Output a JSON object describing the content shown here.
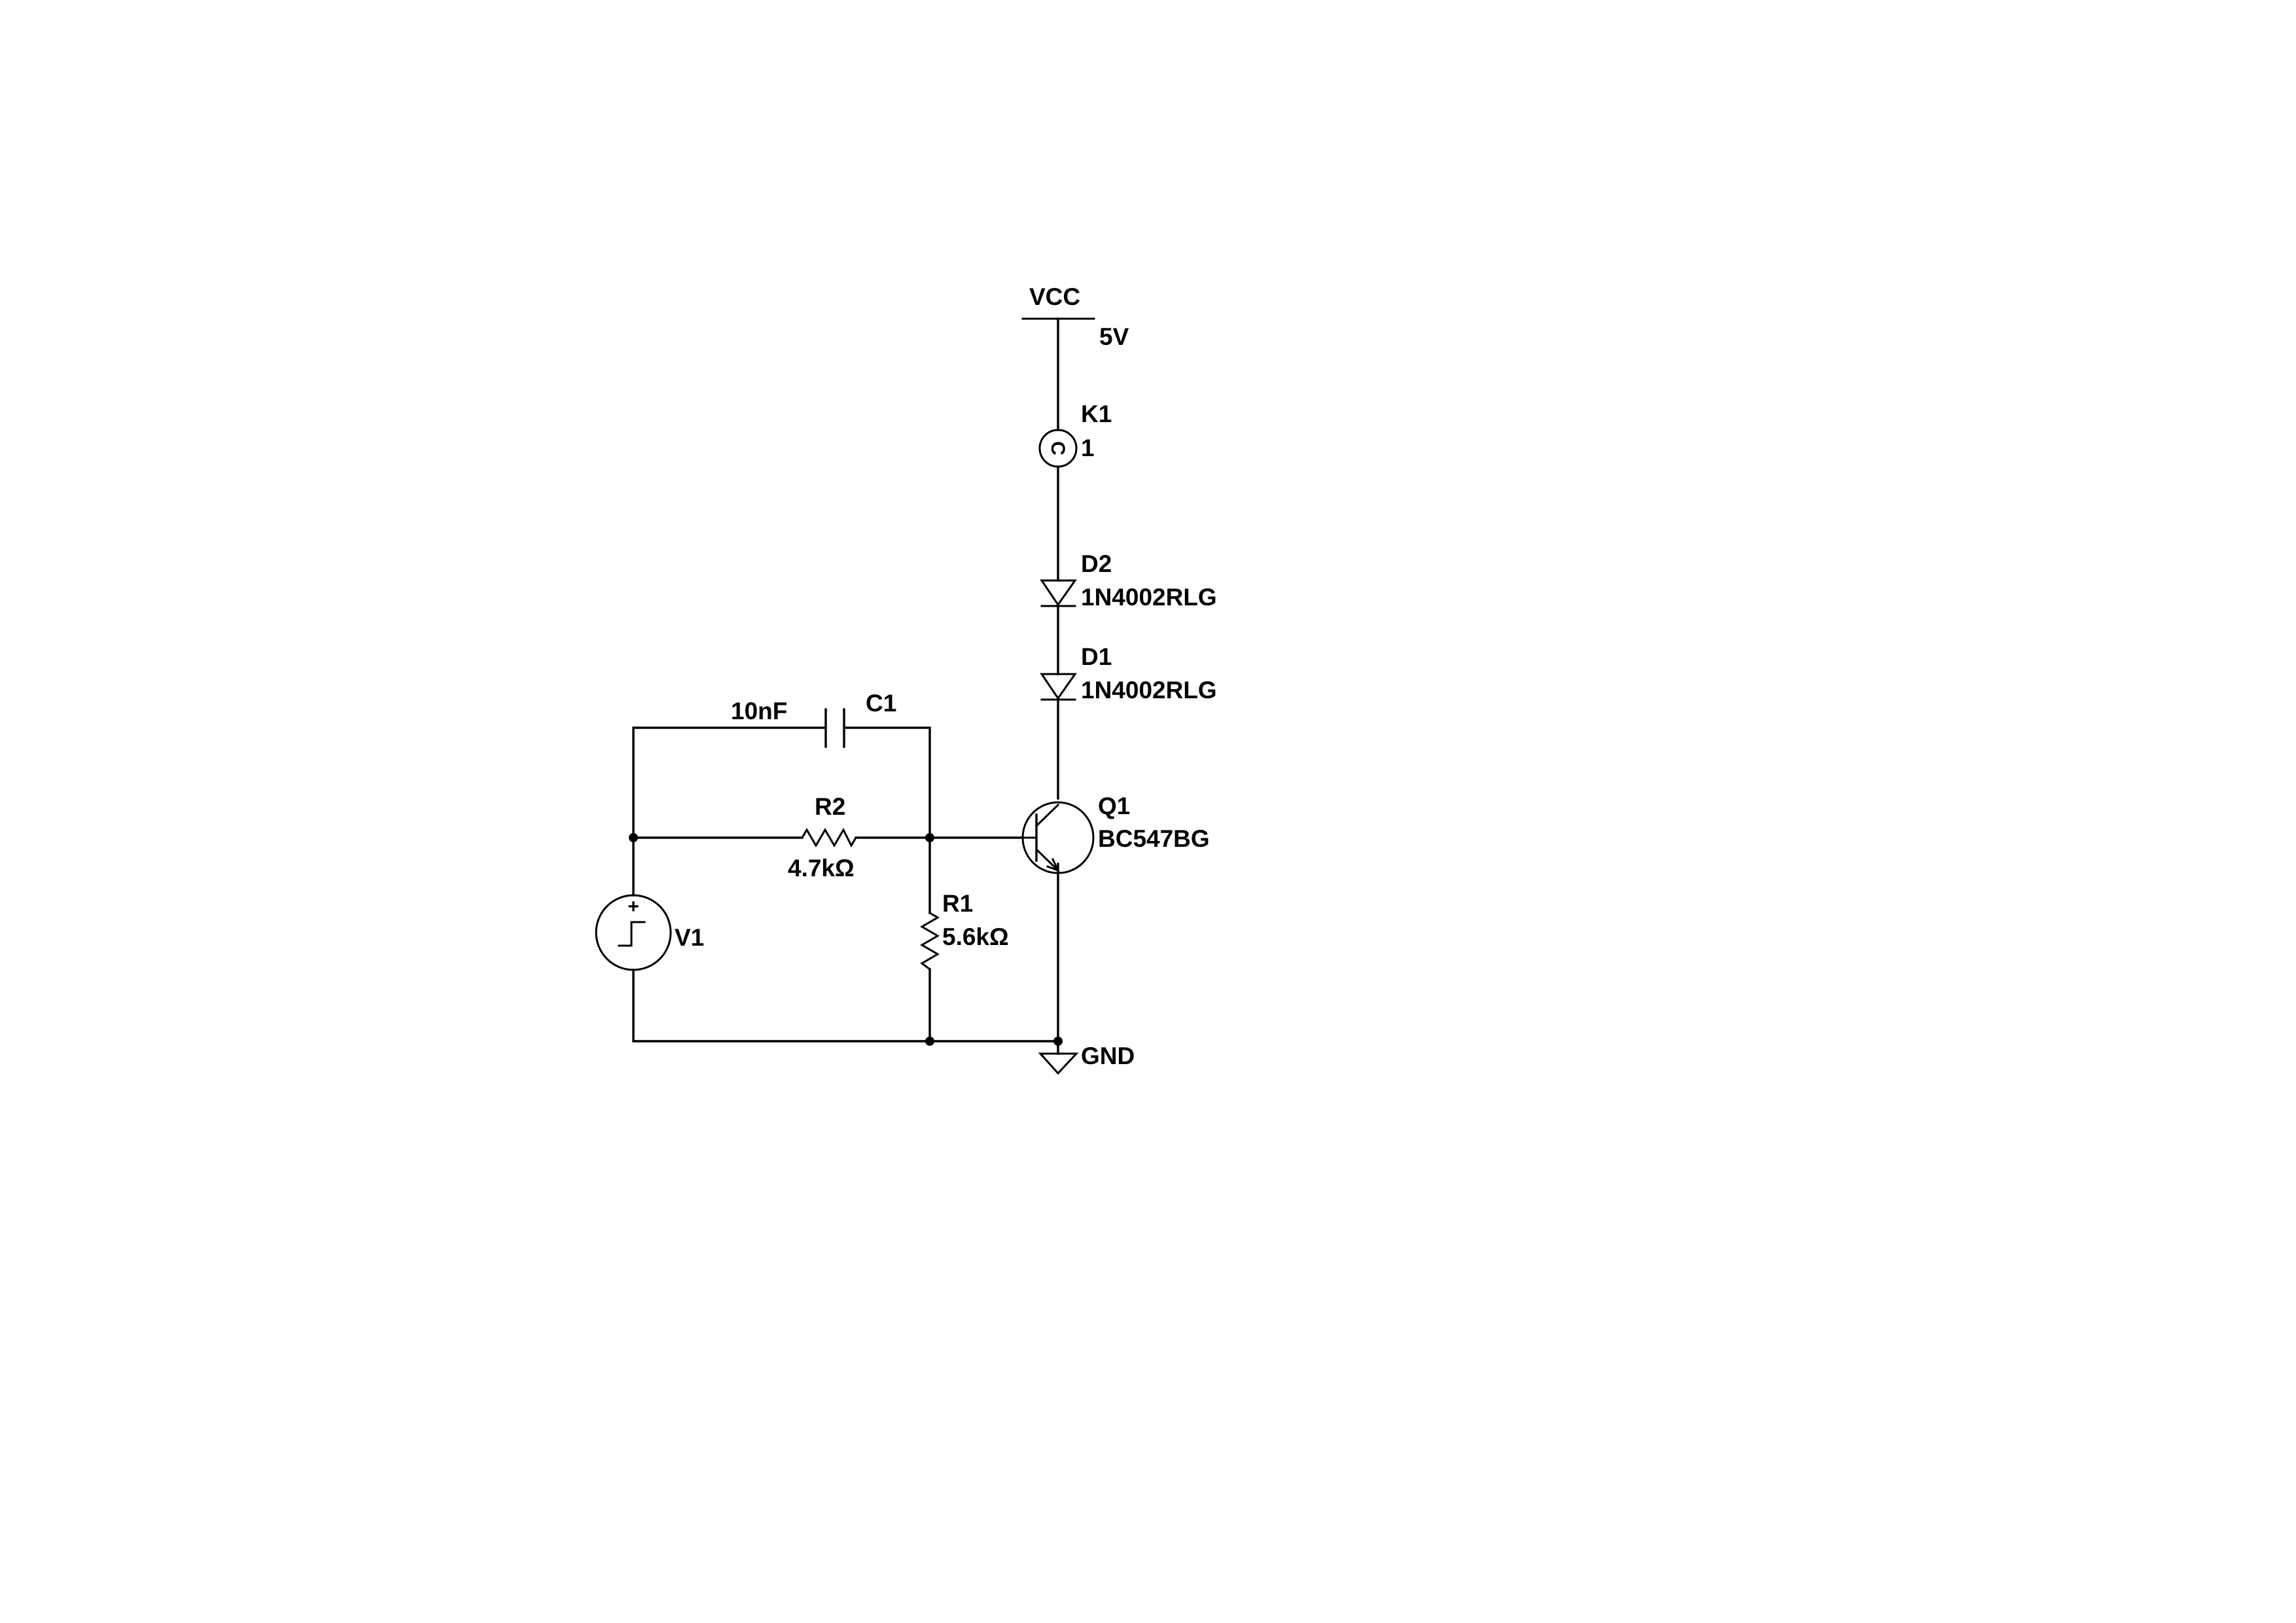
{
  "power": {
    "net_name": "VCC",
    "voltage": "5V"
  },
  "ground": {
    "net_name": "GND"
  },
  "components": {
    "K1": {
      "ref": "K1",
      "value": "1",
      "glyph": "C"
    },
    "D2": {
      "ref": "D2",
      "value": "1N4002RLG"
    },
    "D1": {
      "ref": "D1",
      "value": "1N4002RLG"
    },
    "C1": {
      "ref": "C1",
      "value": "10nF"
    },
    "R2": {
      "ref": "R2",
      "value": "4.7kΩ"
    },
    "R1": {
      "ref": "R1",
      "value": "5.6kΩ"
    },
    "Q1": {
      "ref": "Q1",
      "value": "BC547BG"
    },
    "V1": {
      "ref": "V1",
      "polarity": "+"
    }
  },
  "icons": {
    "vcc": "power-rail-icon",
    "gnd": "ground-icon",
    "relay": "relay-coil-icon",
    "diode": "diode-icon",
    "capacitor": "capacitor-icon",
    "resistor": "resistor-icon",
    "transistor": "npn-transistor-icon",
    "source": "step-voltage-source-icon"
  }
}
